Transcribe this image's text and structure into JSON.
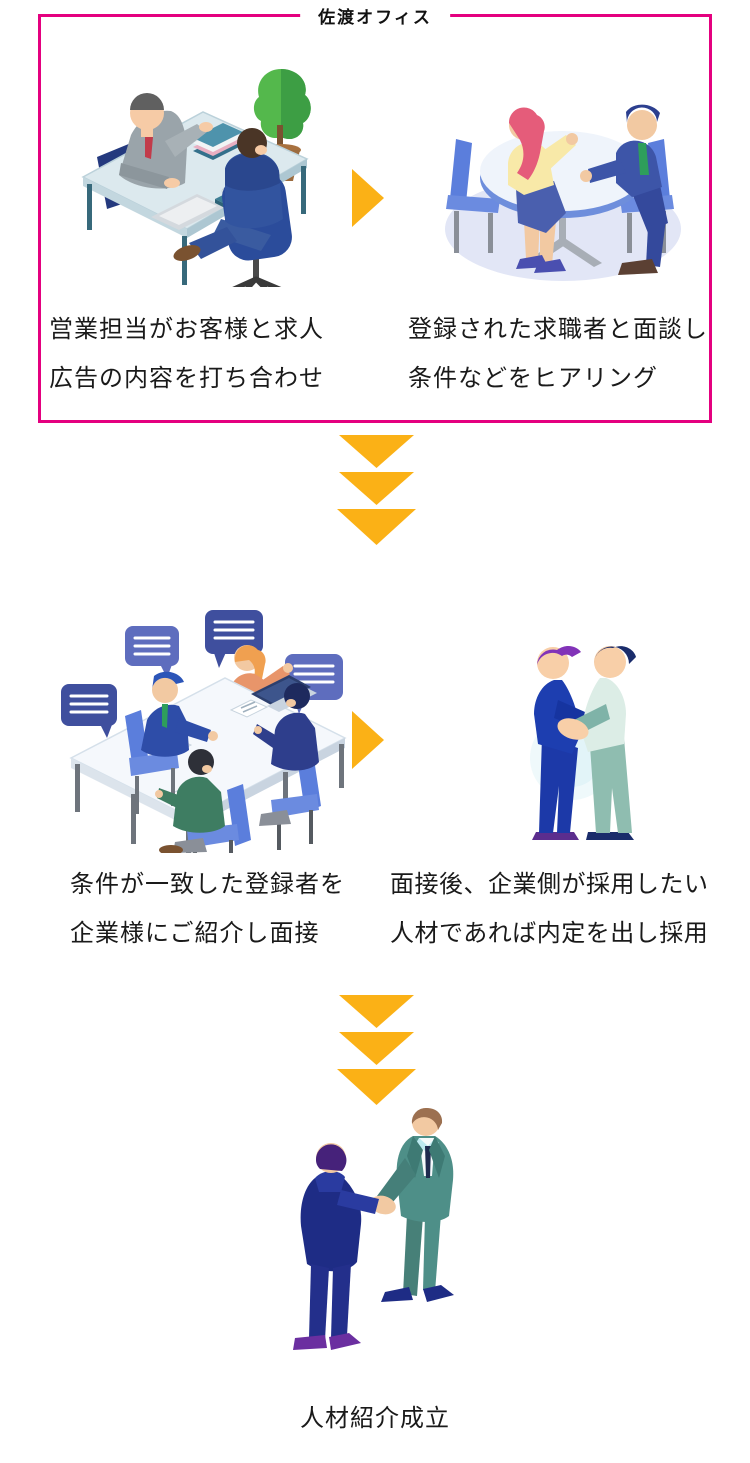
{
  "sado_box": {
    "title": "佐渡オフィス",
    "steps": [
      {
        "illustration": "sales-desk-meeting",
        "lines": [
          "営業担当がお客様と求人",
          "広告の内容を打ち合わせ"
        ]
      },
      {
        "illustration": "jobseeker-round-table-interview",
        "lines": [
          "登録された求職者と面談し",
          "条件などをヒアリング"
        ]
      }
    ]
  },
  "row2": {
    "steps": [
      {
        "illustration": "company-introduction-interview",
        "lines": [
          "条件が一致した登録者を",
          "企業様にご紹介し面接"
        ]
      },
      {
        "illustration": "job-offer-handshake",
        "lines": [
          "面接後、企業側が採用したい",
          "人材であれば内定を出し採用"
        ]
      }
    ]
  },
  "final": {
    "illustration": "recruitment-agreement-handshake",
    "caption": "人材紹介成立"
  },
  "icons": {
    "right_arrow": "right-arrow-icon",
    "down_arrow": "triple-chevron-down-icon"
  },
  "colors": {
    "box_border_pink": "#E4007F",
    "arrow_yellow": "#FBB116",
    "text": "#1A1A1A",
    "background": "#FFFFFF"
  }
}
